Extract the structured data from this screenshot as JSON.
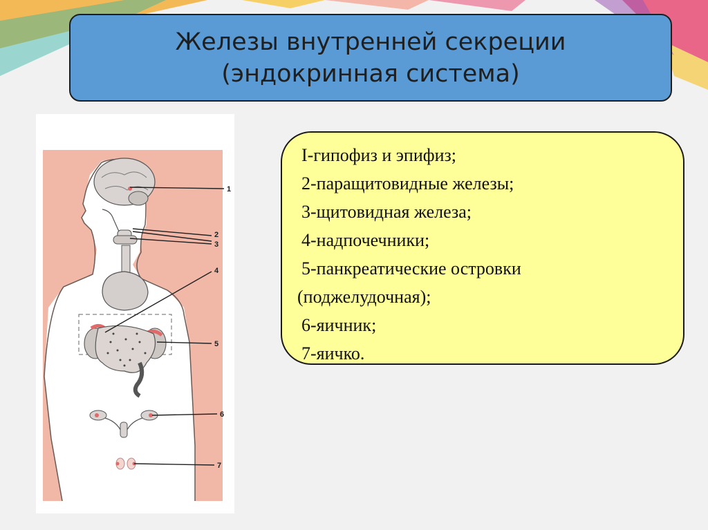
{
  "title": {
    "line1": "Железы внутренней секреции",
    "line2": "(эндокринная система)"
  },
  "figure": {
    "labels": [
      "1",
      "2",
      "3",
      "4",
      "5",
      "6",
      "7"
    ]
  },
  "glands": [
    "I-гипофиз и эпифиз;",
    "2-паращитовидные железы;",
    "3-щитовидная железа;",
    "4-надпочечники;",
    "5-панкреатические островки",
    "(поджелудочная);",
    "6-яичник;",
    "7-яичко."
  ],
  "colors": {
    "title_box": "#5b9bd5",
    "info_box": "#ffff99",
    "figure_background": "#f1b7a7",
    "gland_highlight": "#e06a6a"
  }
}
